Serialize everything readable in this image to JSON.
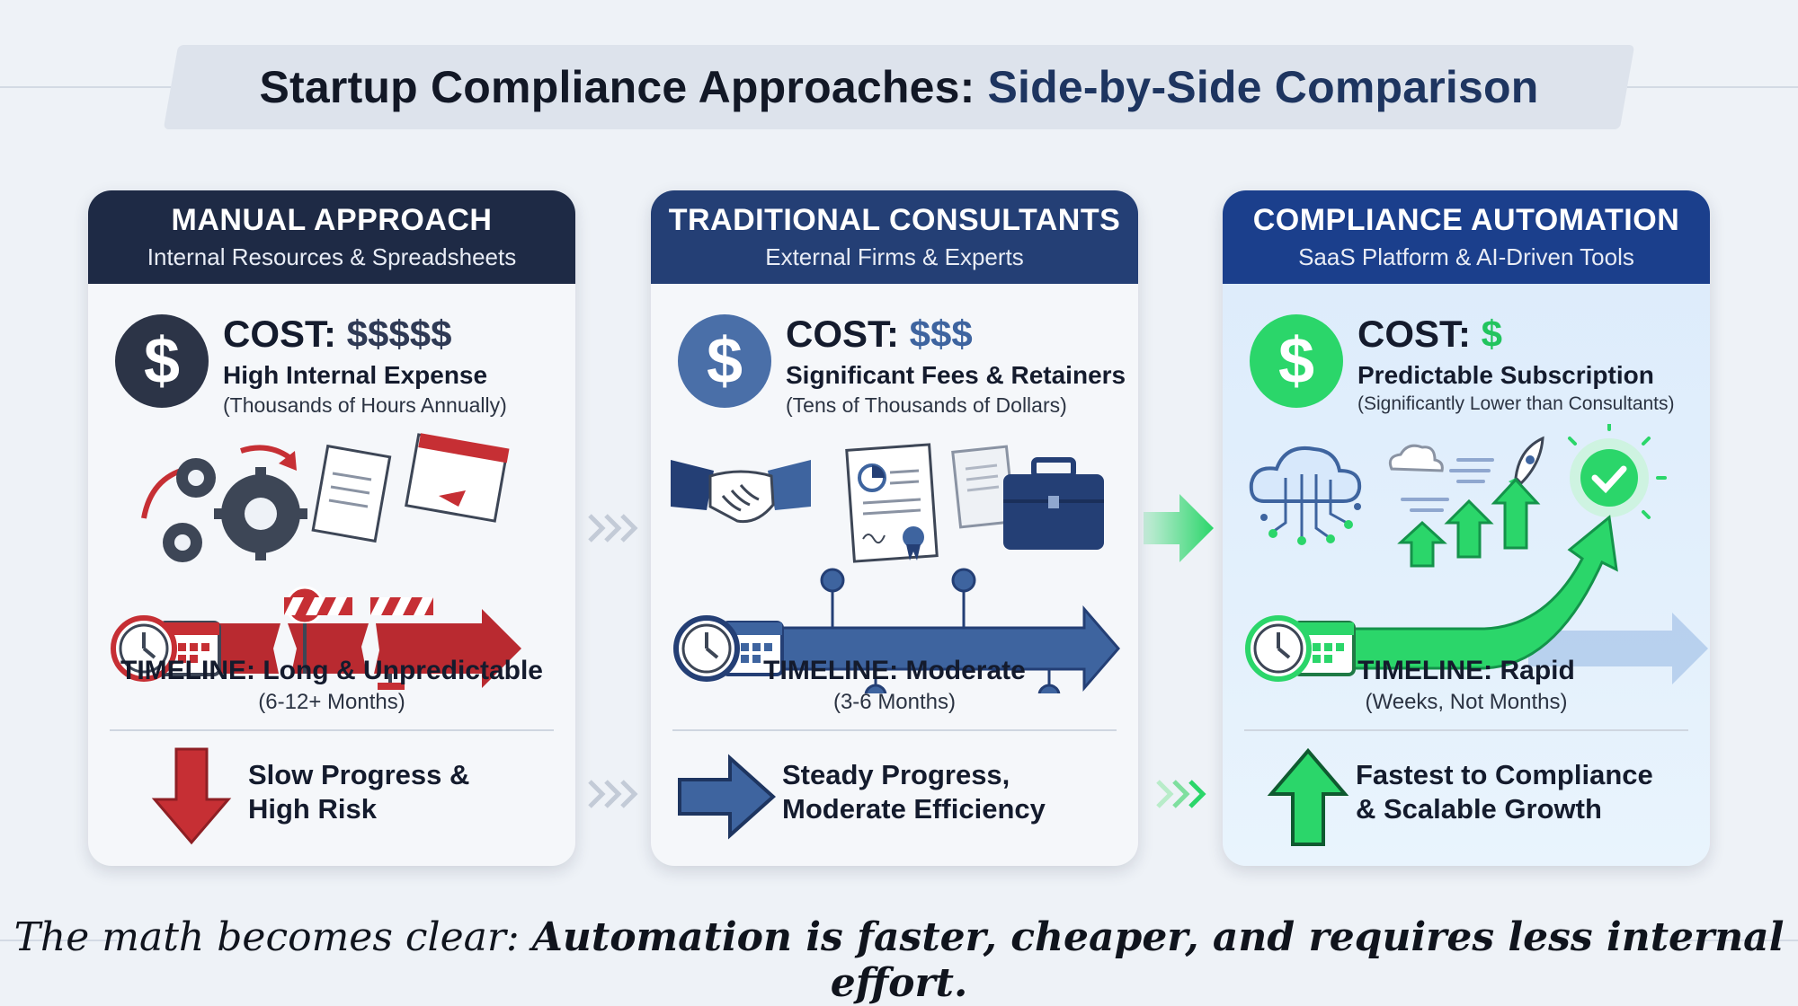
{
  "title": {
    "part1": "Startup Compliance Approaches:",
    "part2": "Side-by-Side Comparison"
  },
  "colors": {
    "manual": "#1e2a45",
    "consultants": "#243f75",
    "automation": "#1b3f8c",
    "red": "#c62f34",
    "blue": "#3e649f",
    "green": "#2bd66a"
  },
  "cards": [
    {
      "title": "MANUAL APPROACH",
      "subtitle": "Internal Resources & Spreadsheets",
      "cost_label": "COST:",
      "cost_symbol": "$$$$$",
      "cost_headline": "High Internal Expense",
      "cost_note": "(Thousands of Hours Annually)",
      "timeline_label": "TIMELINE: Long & Unpredictable",
      "timeline_detail": "(6-12+ Months)",
      "outcome_line1": "Slow Progress &",
      "outcome_line2": "High Risk",
      "icons": [
        "dollar-coin-icon",
        "gears-icon",
        "documents-icon",
        "roadblock-icon",
        "clock-calendar-icon",
        "down-arrow-icon"
      ]
    },
    {
      "title": "TRADITIONAL CONSULTANTS",
      "subtitle": "External Firms & Experts",
      "cost_label": "COST:",
      "cost_symbol": "$$$",
      "cost_headline": "Significant Fees & Retainers",
      "cost_note": "(Tens of Thousands of Dollars)",
      "timeline_label": "TIMELINE: Moderate",
      "timeline_detail": "(3-6 Months)",
      "outcome_line1": "Steady Progress,",
      "outcome_line2": "Moderate Efficiency",
      "icons": [
        "dollar-coin-icon",
        "handshake-icon",
        "certificate-icon",
        "briefcase-icon",
        "clock-calendar-icon",
        "right-arrow-icon"
      ]
    },
    {
      "title": "COMPLIANCE AUTOMATION",
      "subtitle": "SaaS Platform & AI-Driven Tools",
      "cost_label": "COST:",
      "cost_symbol": "$",
      "cost_headline": "Predictable Subscription",
      "cost_note": "(Significantly Lower than Consultants)",
      "timeline_label": "TIMELINE: Rapid",
      "timeline_detail": "(Weeks, Not Months)",
      "outcome_line1": "Fastest to Compliance",
      "outcome_line2": "& Scalable Growth",
      "icons": [
        "dollar-coin-icon",
        "cloud-network-icon",
        "rocket-icon",
        "checkmark-icon",
        "clock-calendar-icon",
        "up-arrow-icon"
      ]
    }
  ],
  "tagline": {
    "plain": "The math becomes clear:",
    "bold": "Automation is faster, cheaper, and requires less internal effort."
  }
}
